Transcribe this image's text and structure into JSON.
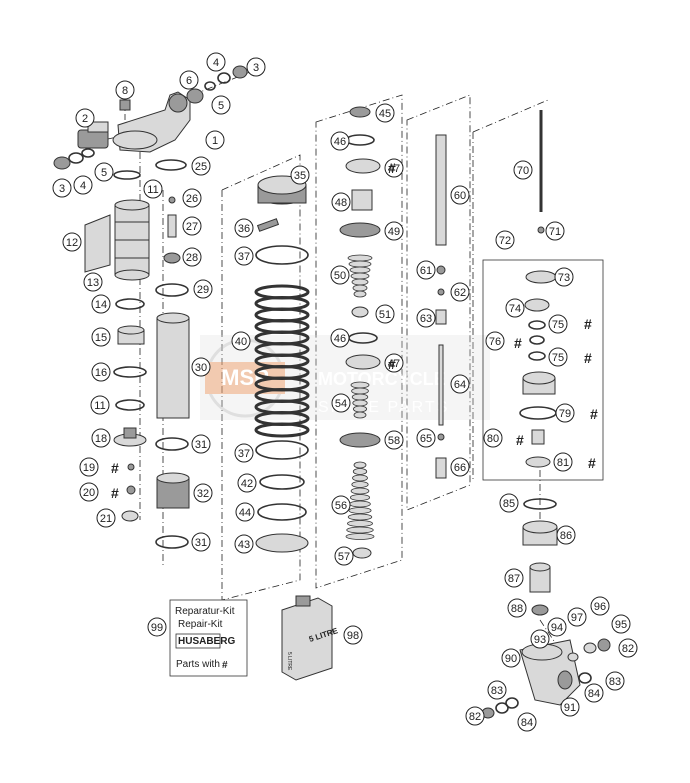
{
  "diagram": {
    "callouts": [
      {
        "n": "1"
      },
      {
        "n": "2"
      },
      {
        "n": "3a"
      },
      {
        "n": "3b"
      },
      {
        "n": "4a"
      },
      {
        "n": "4b"
      },
      {
        "n": "5a"
      },
      {
        "n": "5b"
      },
      {
        "n": "6"
      },
      {
        "n": "8"
      },
      {
        "n": "11a"
      },
      {
        "n": "11b"
      },
      {
        "n": "12"
      },
      {
        "n": "13"
      },
      {
        "n": "14"
      },
      {
        "n": "15"
      },
      {
        "n": "16"
      },
      {
        "n": "18"
      },
      {
        "n": "19"
      },
      {
        "n": "20"
      },
      {
        "n": "21"
      },
      {
        "n": "25"
      },
      {
        "n": "26"
      },
      {
        "n": "27"
      },
      {
        "n": "28"
      },
      {
        "n": "29"
      },
      {
        "n": "30"
      },
      {
        "n": "31a"
      },
      {
        "n": "31b"
      },
      {
        "n": "32"
      },
      {
        "n": "35"
      },
      {
        "n": "36"
      },
      {
        "n": "37a"
      },
      {
        "n": "37b"
      },
      {
        "n": "40"
      },
      {
        "n": "42"
      },
      {
        "n": "43"
      },
      {
        "n": "44"
      },
      {
        "n": "45"
      },
      {
        "n": "46a"
      },
      {
        "n": "46b"
      },
      {
        "n": "47a"
      },
      {
        "n": "47b"
      },
      {
        "n": "48"
      },
      {
        "n": "49"
      },
      {
        "n": "50"
      },
      {
        "n": "51"
      },
      {
        "n": "54"
      },
      {
        "n": "56"
      },
      {
        "n": "57"
      },
      {
        "n": "58"
      },
      {
        "n": "60"
      },
      {
        "n": "61"
      },
      {
        "n": "62"
      },
      {
        "n": "63"
      },
      {
        "n": "64"
      },
      {
        "n": "65"
      },
      {
        "n": "66"
      },
      {
        "n": "70"
      },
      {
        "n": "71"
      },
      {
        "n": "72"
      },
      {
        "n": "73"
      },
      {
        "n": "74"
      },
      {
        "n": "75a"
      },
      {
        "n": "75b"
      },
      {
        "n": "76"
      },
      {
        "n": "79"
      },
      {
        "n": "80"
      },
      {
        "n": "81"
      },
      {
        "n": "82a"
      },
      {
        "n": "82b"
      },
      {
        "n": "83a"
      },
      {
        "n": "83b"
      },
      {
        "n": "84a"
      },
      {
        "n": "84b"
      },
      {
        "n": "85"
      },
      {
        "n": "86"
      },
      {
        "n": "87"
      },
      {
        "n": "88"
      },
      {
        "n": "90"
      },
      {
        "n": "91"
      },
      {
        "n": "93"
      },
      {
        "n": "94"
      },
      {
        "n": "95"
      },
      {
        "n": "96"
      },
      {
        "n": "97"
      },
      {
        "n": "98"
      },
      {
        "n": "99"
      }
    ],
    "labels": {
      "1": "1",
      "2": "2",
      "3a": "3",
      "3b": "3",
      "4a": "4",
      "4b": "4",
      "5a": "5",
      "5b": "5",
      "6": "6",
      "8": "8",
      "11a": "11",
      "11b": "11",
      "12": "12",
      "13": "13",
      "14": "14",
      "15": "15",
      "16": "16",
      "18": "18",
      "19": "19",
      "20": "20",
      "21": "21",
      "25": "25",
      "26": "26",
      "27": "27",
      "28": "28",
      "29": "29",
      "30": "30",
      "31a": "31",
      "31b": "31",
      "32": "32",
      "35": "35",
      "36": "36",
      "37a": "37",
      "37b": "37",
      "40": "40",
      "42": "42",
      "43": "43",
      "44": "44",
      "45": "45",
      "46a": "46",
      "46b": "46",
      "47a": "47",
      "47b": "47",
      "48": "48",
      "49": "49",
      "50": "50",
      "51": "51",
      "54": "54",
      "56": "56",
      "57": "57",
      "58": "58",
      "60": "60",
      "61": "61",
      "62": "62",
      "63": "63",
      "64": "64",
      "65": "65",
      "66": "66",
      "70": "70",
      "71": "71",
      "72": "72",
      "73": "73",
      "74": "74",
      "75a": "75",
      "75b": "75",
      "76": "76",
      "79": "79",
      "80": "80",
      "81": "81",
      "82a": "82",
      "82b": "82",
      "83a": "83",
      "83b": "83",
      "84a": "84",
      "84b": "84",
      "85": "85",
      "86": "86",
      "87": "87",
      "88": "88",
      "90": "90",
      "91": "91",
      "93": "93",
      "94": "94",
      "95": "95",
      "96": "96",
      "97": "97",
      "98": "98",
      "99": "99"
    },
    "hash_symbol": "#",
    "repair_kit": {
      "line1": "Reparatur-Kit",
      "line2": "Repair-Kit",
      "brand": "HUSABERG",
      "line3": "Parts with",
      "line3_symbol": "#"
    },
    "oil_can": {
      "label": "5 LITRE",
      "side_label": "5 LITRE"
    },
    "watermark": {
      "logo": "MSP",
      "line1": "MOTORCYCLE",
      "line2": "SPARE PARTS"
    }
  }
}
